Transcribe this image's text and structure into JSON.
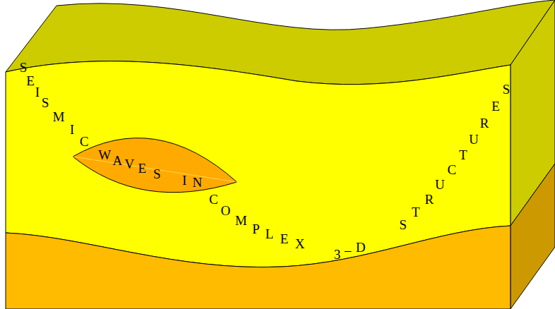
{
  "diagram": {
    "labels": [
      "SEISMIC",
      "WAVES",
      "IN",
      "COMPLEX",
      "3 – D",
      "STRUCTURES"
    ]
  }
}
